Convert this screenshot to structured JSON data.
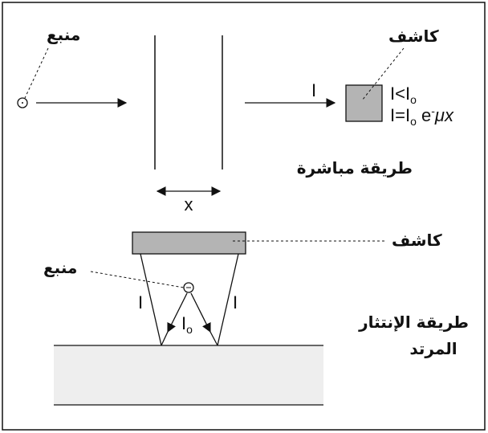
{
  "direct": {
    "source_label": "منبع",
    "detector_label": "كاشف",
    "beam_label": "I",
    "cond_I": "I<I",
    "cond_sub": "o",
    "eq_I": "I=I",
    "eq_sub": "o",
    "eq_rest": " e",
    "eq_sup": "-",
    "eq_mu": "μx",
    "thickness_label": "x",
    "method_label": "طريقة مباشرة"
  },
  "scatter": {
    "detector_label": "كاشف",
    "source_label": "منبع",
    "left_beam": "I",
    "right_beam": "I",
    "incident_I": "I",
    "incident_sub": "o",
    "method_line1": "طريقة الإنتثار",
    "method_line2": "المرتد"
  },
  "colors": {
    "stroke": "#111111",
    "detector_fill": "#b4b4b4",
    "sample_fill": "#eeeeee",
    "source_fill": "#ffffff"
  }
}
